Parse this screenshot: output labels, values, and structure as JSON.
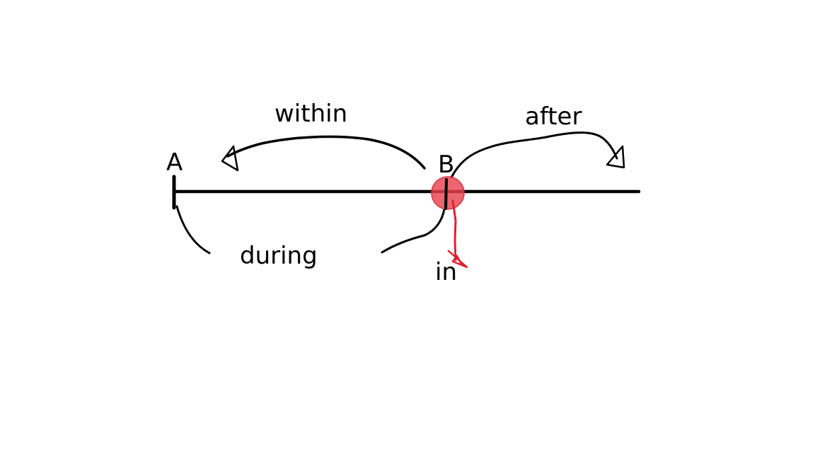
{
  "diagram": {
    "labels": {
      "point_a": "A",
      "point_b": "B",
      "within": "within",
      "after": "after",
      "during": "during",
      "in": "in"
    },
    "colors": {
      "ink": "#000000",
      "highlight": "#e8434f",
      "highlight_stroke": "#d9333f",
      "red_arrow": "#e0202e"
    }
  }
}
